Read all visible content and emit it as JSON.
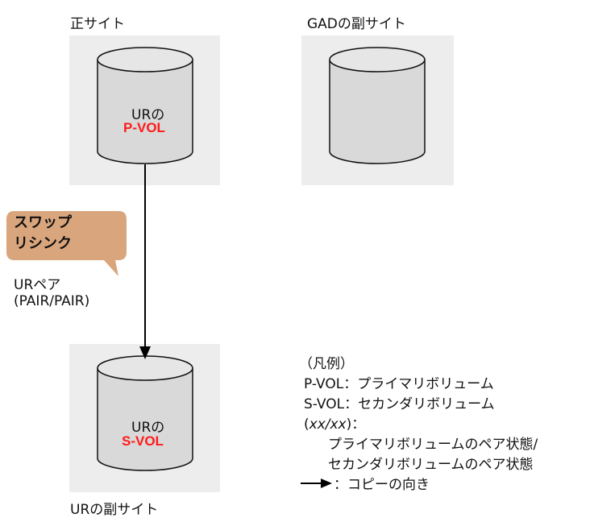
{
  "sites": {
    "primary_title": "正サイト",
    "gad_secondary_title": "GADの副サイト",
    "ur_secondary_title": "URの副サイト"
  },
  "volumes": {
    "pvol_prefix": "URの",
    "pvol_name": "P-VOL",
    "svol_prefix": "URの",
    "svol_name": "S-VOL"
  },
  "operation_bubble": {
    "line1": "スワップ",
    "line2": "リシンク"
  },
  "pair": {
    "label": "URペア",
    "status": "(PAIR/PAIR)"
  },
  "legend": {
    "heading": "（凡例）",
    "pvol_def": "P-VOL：プライマリボリューム",
    "svol_def": "S-VOL：セカンダリボリューム",
    "status_prefix": "(",
    "status_italic": "xx/xx",
    "status_suffix": ")：",
    "status_line2": "プライマリボリュームのペア状態/",
    "status_line3": "セカンダリボリュームのペア状態",
    "arrow_def": "：コピーの向き"
  },
  "colors": {
    "volume_highlight": "#ff1a1a",
    "site_box": "#ededed",
    "bubble": "#d9a57c"
  }
}
